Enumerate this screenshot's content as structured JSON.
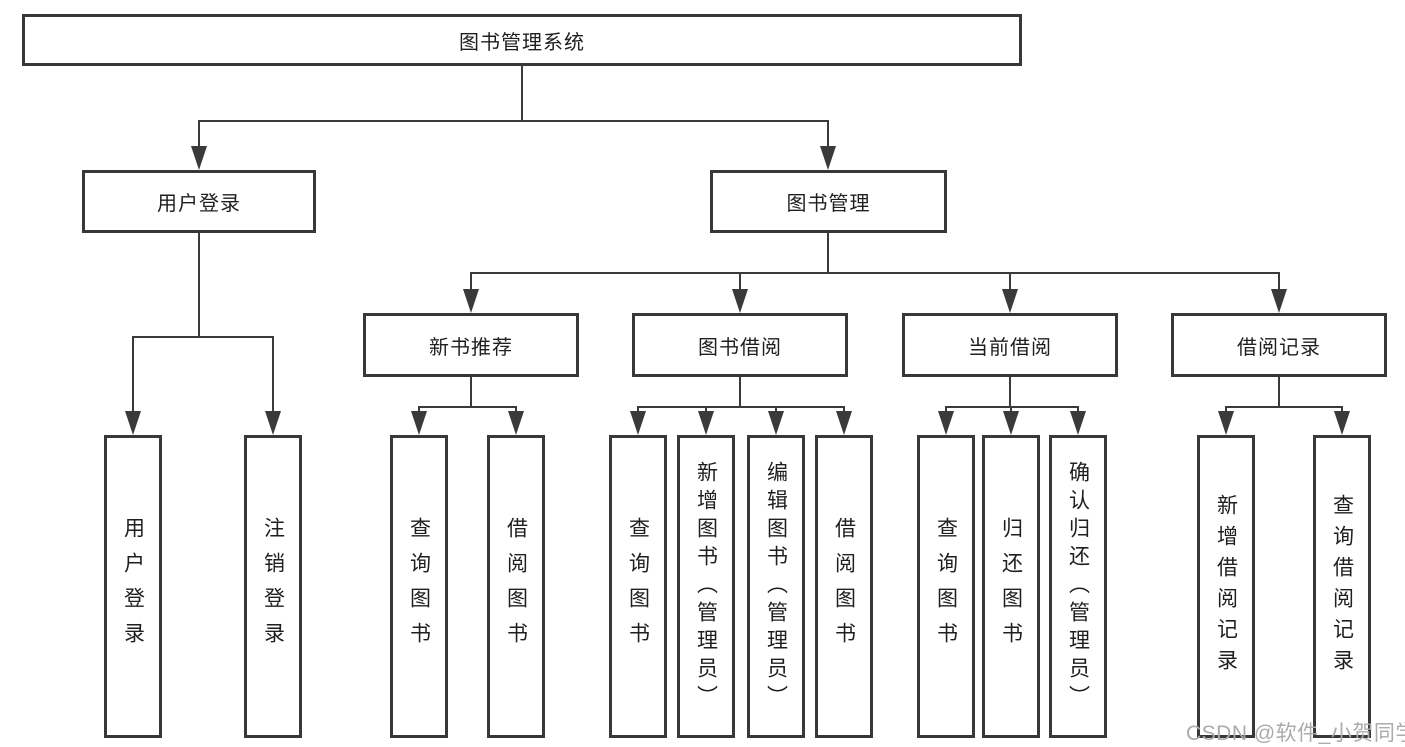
{
  "page": {
    "watermark": "CSDN @软件_小贺同学",
    "colors": {
      "background": "#ffffff",
      "line": "#3a3a3a",
      "box_border": "#383838",
      "text": "#1f1f1f",
      "watermark": "#ababab"
    }
  },
  "tree": {
    "root": {
      "label": "图书管理系统"
    },
    "branches": [
      {
        "label": "用户登录"
      },
      {
        "label": "图书管理"
      }
    ],
    "sections": [
      {
        "label": "新书推荐",
        "parent": "图书管理"
      },
      {
        "label": "图书借阅",
        "parent": "图书管理"
      },
      {
        "label": "当前借阅",
        "parent": "图书管理"
      },
      {
        "label": "借阅记录",
        "parent": "图书管理"
      }
    ],
    "leaves": [
      {
        "label": "用户登录",
        "parent": "用户登录"
      },
      {
        "label": "注销登录",
        "parent": "用户登录"
      },
      {
        "label": "查询图书",
        "parent": "新书推荐"
      },
      {
        "label": "借阅图书",
        "parent": "新书推荐"
      },
      {
        "label": "查询图书",
        "parent": "图书借阅"
      },
      {
        "label": "新增图书（管理员）",
        "parent": "图书借阅"
      },
      {
        "label": "编辑图书（管理员）",
        "parent": "图书借阅"
      },
      {
        "label": "借阅图书",
        "parent": "图书借阅"
      },
      {
        "label": "查询图书",
        "parent": "当前借阅"
      },
      {
        "label": "归还图书",
        "parent": "当前借阅"
      },
      {
        "label": "确认归还（管理员）",
        "parent": "当前借阅"
      },
      {
        "label": "新增借阅记录",
        "parent": "借阅记录"
      },
      {
        "label": "查询借阅记录",
        "parent": "借阅记录"
      }
    ]
  }
}
